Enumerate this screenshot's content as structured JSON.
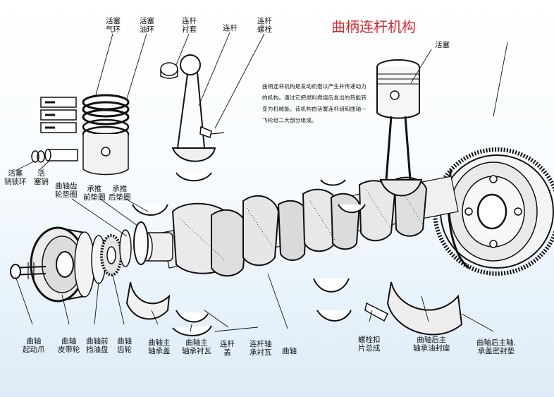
{
  "title": "曲柄连杆机构",
  "description": "曲柄连杆机构是发动机借以产生并传递动力的机构。通过它把燃料燃烧后发出的热能转变为机械能。该机构由活塞连杆组和曲轴－飞轮组二大部分组成。",
  "labels": {
    "piston_ring": [
      "活塞",
      "气环"
    ],
    "oil_ring": [
      "活塞",
      "油环"
    ],
    "rod_bushing": [
      "连杆",
      "衬套"
    ],
    "rod": [
      "连杆"
    ],
    "rod_bolt": [
      "连杆",
      "螺栓"
    ],
    "piston": [
      "活塞"
    ],
    "pin_circlip": [
      "活塞",
      "销锁环"
    ],
    "piston_pin": [
      "活",
      "塞销"
    ],
    "crank_gear_washer": [
      "曲轴齿",
      "轮垫圈"
    ],
    "thrust_front_washer": [
      "承推",
      "前垫圈"
    ],
    "thrust_rear_washer": [
      "承推",
      "后垫圈"
    ],
    "crank_claw": [
      "曲轴",
      "起动爪"
    ],
    "crank_pulley": [
      "曲轴",
      "皮带轮"
    ],
    "front_oil_baffle": [
      "曲轴前",
      "挡油盘"
    ],
    "crank_gear": [
      "曲轴",
      "齿轮"
    ],
    "main_bearing_cap": [
      "曲轴主",
      "轴承盖"
    ],
    "main_bearing_shell": [
      "曲轴主",
      "轴承衬瓦"
    ],
    "rod_cap": [
      "连杆",
      "盖"
    ],
    "rod_bearing_shell": [
      "连杆轴",
      "承衬瓦"
    ],
    "crankshaft": [
      "曲轴"
    ],
    "bolt_lock_plate": [
      "螺栓扣",
      "片总成"
    ],
    "rear_oil_seal": [
      "曲轴后主",
      "轴承油封座"
    ],
    "rear_cap_gasket": [
      "曲轴后主轴.",
      "承盖密封垫"
    ]
  }
}
